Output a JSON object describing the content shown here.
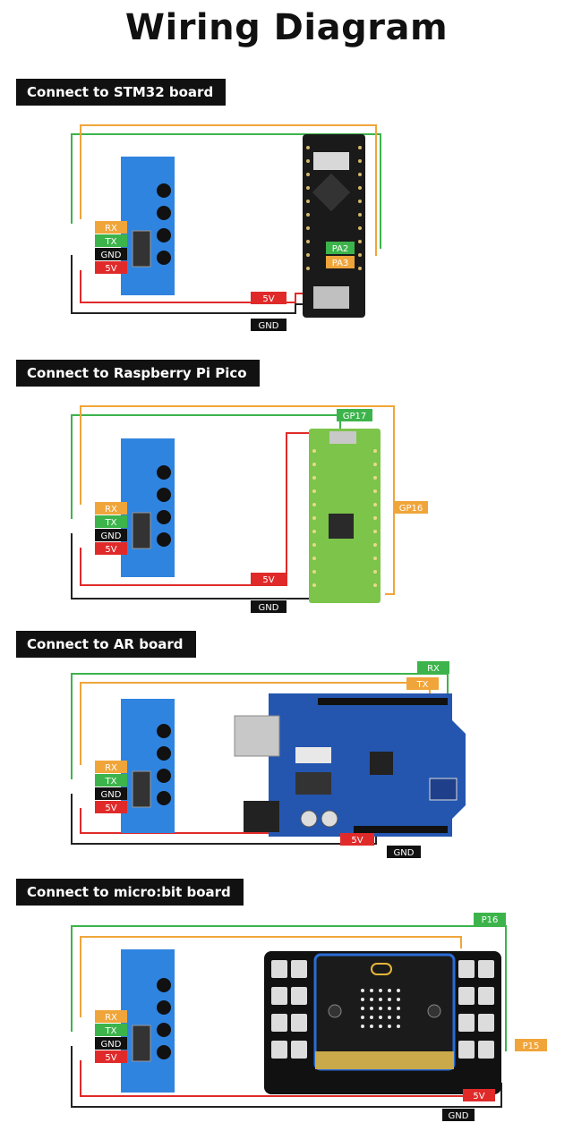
{
  "title": "Wiring Diagram",
  "colors": {
    "module_blue": "#2f84e0",
    "wire_orange": "#f0a53a",
    "wire_green": "#3cb44b",
    "wire_black": "#222222",
    "wire_red": "#e02a2a",
    "stm32_board": "#1a1a1a",
    "pico_board": "#7cc44a",
    "uno_board": "#2456b0",
    "microbit_board": "#111111"
  },
  "module_pins": {
    "rx": "RX",
    "tx": "TX",
    "gnd": "GND",
    "v5": "5V"
  },
  "sections": [
    {
      "header": "Connect to STM32 board",
      "labels": {
        "rx_target": "PA2",
        "tx_target": "PA3",
        "v5": "5V",
        "gnd": "GND"
      }
    },
    {
      "header": "Connect to Raspberry Pi Pico",
      "labels": {
        "tx_target": "GP17",
        "rx_target": "GP16",
        "v5": "5V",
        "gnd": "GND"
      }
    },
    {
      "header": "Connect to AR board",
      "labels": {
        "top1": "RX",
        "top2": "TX",
        "v5": "5V",
        "gnd": "GND"
      }
    },
    {
      "header": "Connect to micro:bit board",
      "labels": {
        "top": "P16",
        "side": "P15",
        "v5": "5V",
        "gnd": "GND"
      }
    }
  ]
}
